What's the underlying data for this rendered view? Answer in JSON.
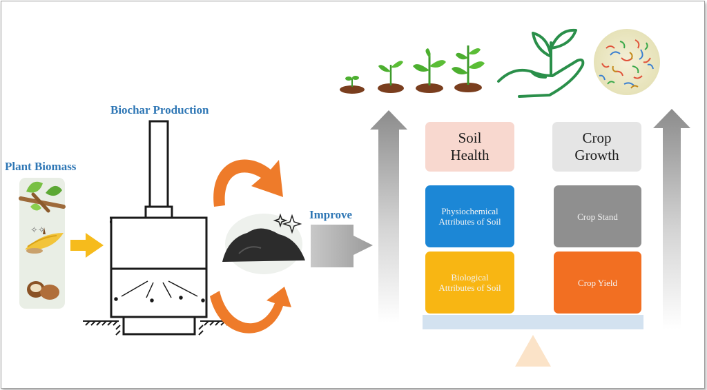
{
  "labels": {
    "biochar_production": "Biochar Production",
    "plant_biomass": "Plant Biomass",
    "improve": "Improve"
  },
  "columns": {
    "soil": {
      "header": "Soil Health",
      "top": "Physiochemical Attributes of Soil",
      "bottom": "Biological Attributes of Soil"
    },
    "crop": {
      "header": "Crop Growth",
      "top": "Crop Stand",
      "bottom": "Crop Yield"
    }
  },
  "colors": {
    "label_blue": "#2f77b5",
    "soil_header": "#f8d8cf",
    "crop_header": "#e5e5e5",
    "physiochemical": "#1c87d6",
    "biological": "#f8b613",
    "crop_stand": "#8f8f8f",
    "crop_yield": "#f26f22",
    "curved_arrows": "#ee7b2a",
    "feed_arrow": "#f6bb1c",
    "balance_beam": "#d3e2f0",
    "fulcrum": "#fbe3c8"
  },
  "icons": [
    "leaf-branch-icon",
    "corn-cob-icon",
    "coconut-icon",
    "biochar-pile-icon",
    "sprout-stage-icons",
    "hand-with-plant-icon",
    "soil-microbes-icon"
  ]
}
